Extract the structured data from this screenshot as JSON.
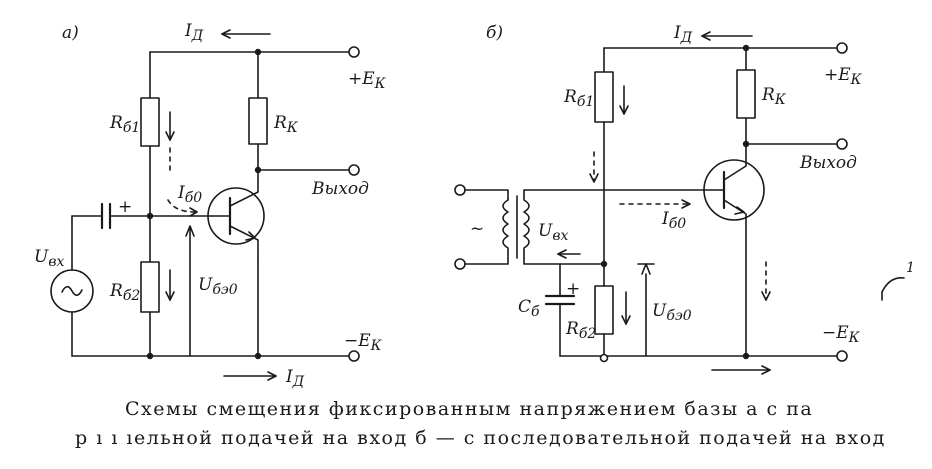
{
  "diagram": {
    "a": {
      "panel_label": "а)",
      "current_divider": "I",
      "current_divider_sub": "Д",
      "supply_pos": "+E",
      "supply_pos_sub": "К",
      "supply_neg": "−E",
      "supply_neg_sub": "К",
      "r_b1": "R",
      "r_b1_sub": "б1",
      "r_b2": "R",
      "r_b2_sub": "б2",
      "r_k": "R",
      "r_k_sub": "К",
      "i_b0": "I",
      "i_b0_sub": "б0",
      "u_in": "U",
      "u_in_sub": "вх",
      "u_be0": "U",
      "u_be0_sub": "бэ0",
      "output": "Выход",
      "plus": "+"
    },
    "b": {
      "panel_label": "б)",
      "current_divider": "I",
      "current_divider_sub": "Д",
      "supply_pos": "+E",
      "supply_pos_sub": "К",
      "supply_neg": "−E",
      "supply_neg_sub": "К",
      "r_b1": "R",
      "r_b1_sub": "б1",
      "r_b2": "R",
      "r_b2_sub": "б2",
      "r_k": "R",
      "r_k_sub": "К",
      "i_b0": "I",
      "i_b0_sub": "б0",
      "u_in": "U",
      "u_in_sub": "вх",
      "u_be0": "U",
      "u_be0_sub": "бэ0",
      "c_b": "C",
      "c_b_sub": "б",
      "output": "Выход",
      "plus": "+",
      "ac_symbol": "~"
    },
    "margin_mark": "1"
  },
  "caption": {
    "line1": "Схемы смещения фиксированным напряжением базы  а   с па",
    "line2": "р ı ı ıельной подачей на вход  б — с последовательной подачей на вход"
  }
}
